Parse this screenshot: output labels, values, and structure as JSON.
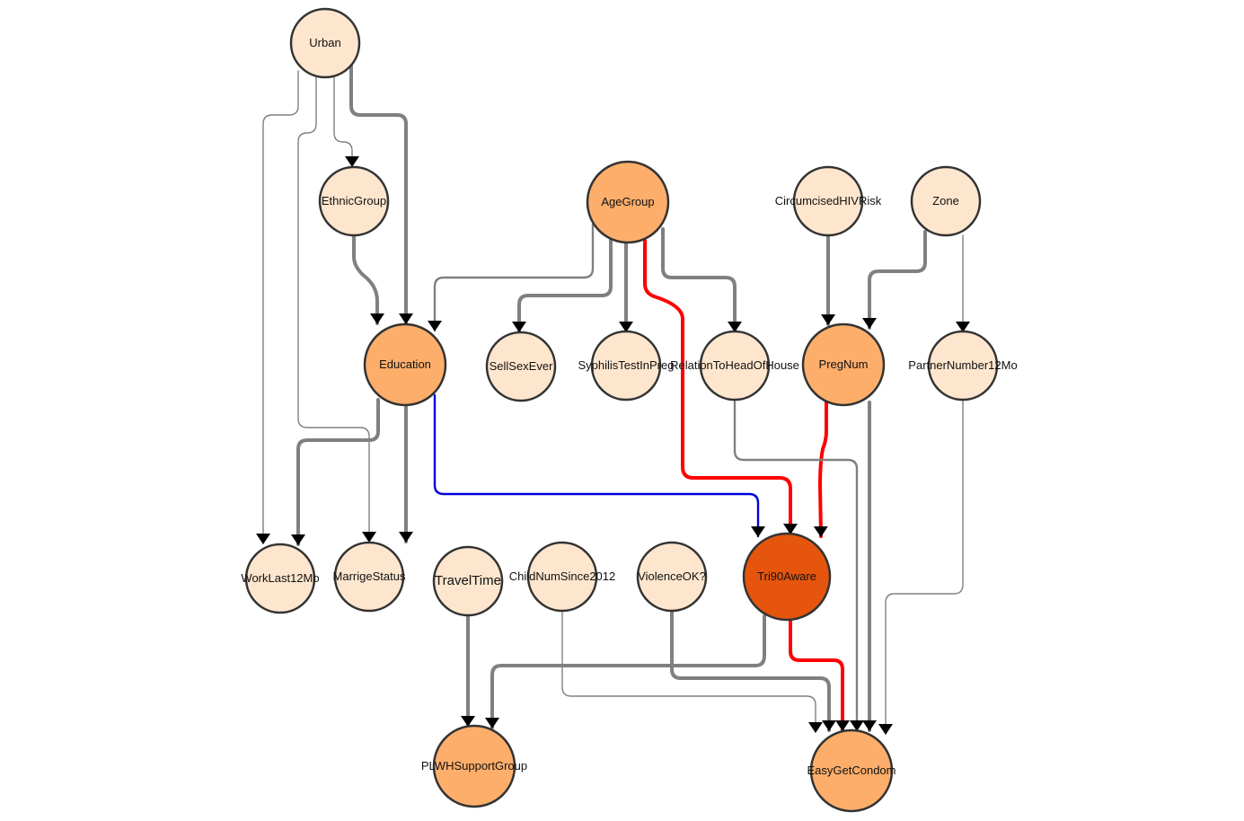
{
  "colors": {
    "light": "#FEE6CE",
    "medium": "#FDAE6B",
    "dark": "#E6550D",
    "gray": "#808080",
    "red": "#FF0000",
    "blue": "#0000DD",
    "stroke": "#333333"
  },
  "nodes": {
    "Urban": {
      "label": "Urban",
      "shade": "light"
    },
    "EthnicGroup": {
      "label": "EthnicGroup",
      "shade": "light"
    },
    "AgeGroup": {
      "label": "AgeGroup",
      "shade": "medium"
    },
    "CircumcisedHIVRisk": {
      "label": "CircumcisedHIVRisk",
      "shade": "light"
    },
    "Zone": {
      "label": "Zone",
      "shade": "light"
    },
    "Education": {
      "label": "Education",
      "shade": "medium"
    },
    "SellSexEver": {
      "label": "SellSexEver",
      "shade": "light"
    },
    "SyphilisTestInPreg": {
      "label": "SyphilisTestInPreg",
      "shade": "light"
    },
    "RelationToHeadOfHouse": {
      "label": "RelationToHeadOfHouse",
      "shade": "light"
    },
    "PregNum": {
      "label": "PregNum",
      "shade": "medium"
    },
    "PartnerNumber12Mo": {
      "label": "PartnerNumber12Mo",
      "shade": "light"
    },
    "WorkLast12Mo": {
      "label": "WorkLast12Mo",
      "shade": "light"
    },
    "MarrigeStatus": {
      "label": "MarrigeStatus",
      "shade": "light"
    },
    "TravelTime": {
      "label": "TravelTime",
      "shade": "light"
    },
    "ChildNumSince2012": {
      "label": "ChildNumSince2012",
      "shade": "light"
    },
    "ViolenceOK": {
      "label": "ViolenceOK?",
      "shade": "light"
    },
    "Tri90Aware": {
      "label": "Tri90Aware",
      "shade": "dark"
    },
    "PLWHSupportGroup": {
      "label": "PLWHSupportGroup",
      "shade": "medium"
    },
    "EasyGetCondom": {
      "label": "EasyGetCondom",
      "shade": "medium"
    }
  },
  "edges": [
    {
      "from": "Urban",
      "to": "WorkLast12Mo",
      "color": "gray",
      "weight": "thin"
    },
    {
      "from": "Urban",
      "to": "MarrigeStatus",
      "color": "gray",
      "weight": "thin"
    },
    {
      "from": "Urban",
      "to": "EthnicGroup",
      "color": "gray",
      "weight": "thin"
    },
    {
      "from": "Urban",
      "to": "Education",
      "color": "gray",
      "weight": "thick"
    },
    {
      "from": "EthnicGroup",
      "to": "Education",
      "color": "gray",
      "weight": "thick"
    },
    {
      "from": "AgeGroup",
      "to": "Education",
      "color": "gray",
      "weight": "medium"
    },
    {
      "from": "AgeGroup",
      "to": "SellSexEver",
      "color": "gray",
      "weight": "thick"
    },
    {
      "from": "AgeGroup",
      "to": "SyphilisTestInPreg",
      "color": "gray",
      "weight": "thick"
    },
    {
      "from": "AgeGroup",
      "to": "RelationToHeadOfHouse",
      "color": "gray",
      "weight": "thick"
    },
    {
      "from": "AgeGroup",
      "to": "Tri90Aware",
      "color": "red",
      "weight": "thick"
    },
    {
      "from": "CircumcisedHIVRisk",
      "to": "PregNum",
      "color": "gray",
      "weight": "thick"
    },
    {
      "from": "Zone",
      "to": "PregNum",
      "color": "gray",
      "weight": "thick"
    },
    {
      "from": "Zone",
      "to": "PartnerNumber12Mo",
      "color": "gray",
      "weight": "thin"
    },
    {
      "from": "Education",
      "to": "WorkLast12Mo",
      "color": "gray",
      "weight": "thick"
    },
    {
      "from": "Education",
      "to": "MarrigeStatus",
      "color": "gray",
      "weight": "thick"
    },
    {
      "from": "Education",
      "to": "Tri90Aware",
      "color": "blue",
      "weight": "medium"
    },
    {
      "from": "PregNum",
      "to": "Tri90Aware",
      "color": "red",
      "weight": "thick"
    },
    {
      "from": "PregNum",
      "to": "EasyGetCondom",
      "color": "gray",
      "weight": "thick"
    },
    {
      "from": "RelationToHeadOfHouse",
      "to": "EasyGetCondom",
      "color": "gray",
      "weight": "medium"
    },
    {
      "from": "PartnerNumber12Mo",
      "to": "EasyGetCondom",
      "color": "gray",
      "weight": "thin"
    },
    {
      "from": "TravelTime",
      "to": "PLWHSupportGroup",
      "color": "gray",
      "weight": "thick"
    },
    {
      "from": "Tri90Aware",
      "to": "PLWHSupportGroup",
      "color": "gray",
      "weight": "thick"
    },
    {
      "from": "Tri90Aware",
      "to": "EasyGetCondom",
      "color": "red",
      "weight": "thick"
    },
    {
      "from": "ChildNumSince2012",
      "to": "EasyGetCondom",
      "color": "gray",
      "weight": "thin"
    },
    {
      "from": "ViolenceOK",
      "to": "EasyGetCondom",
      "color": "gray",
      "weight": "thick"
    }
  ]
}
